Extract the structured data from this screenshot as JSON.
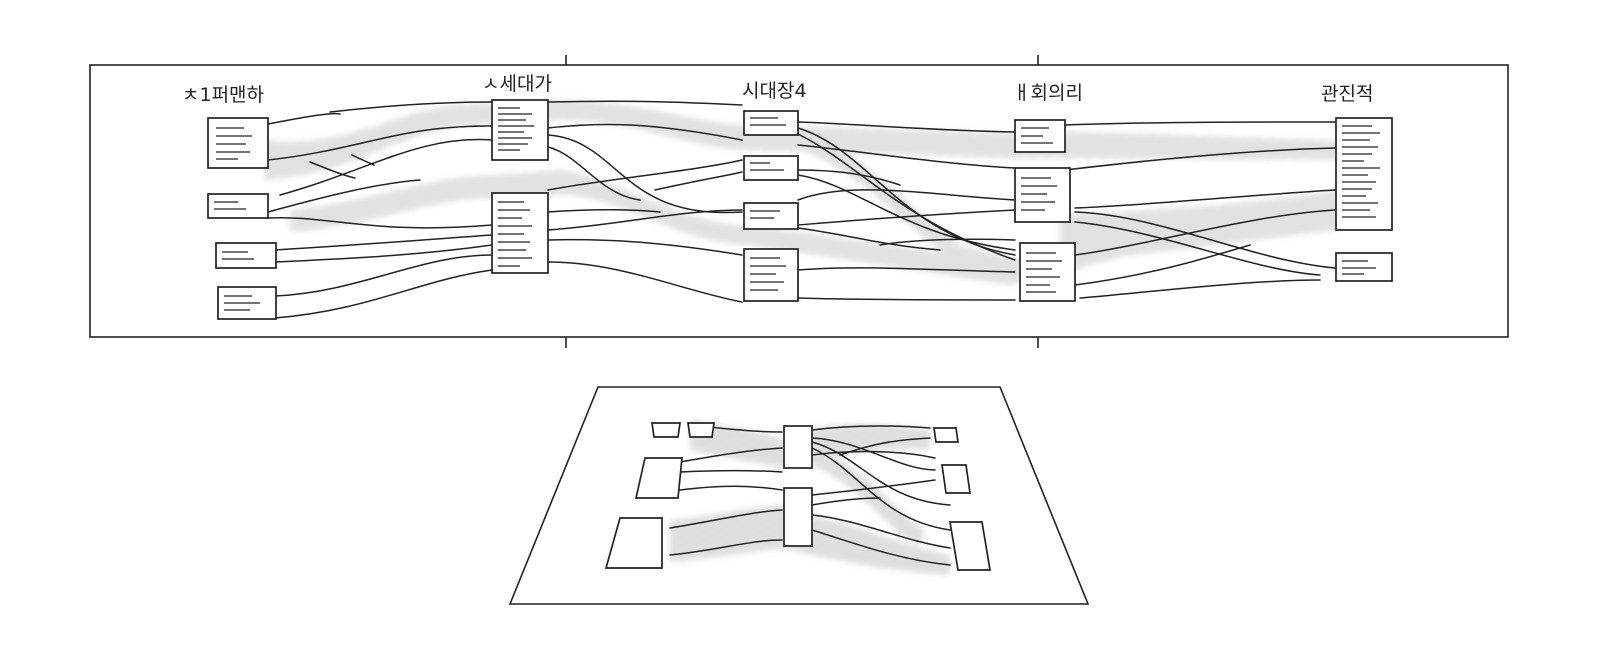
{
  "colors": {
    "ink": "#222222",
    "shade": "#9a9a9a",
    "paper": "#ffffff"
  },
  "main_sketch": {
    "column_labels": [
      "ㅊ1퍼맨하",
      "ㅅ세대가",
      "시대장4",
      "ㅐ회의리",
      "관진적"
    ]
  }
}
